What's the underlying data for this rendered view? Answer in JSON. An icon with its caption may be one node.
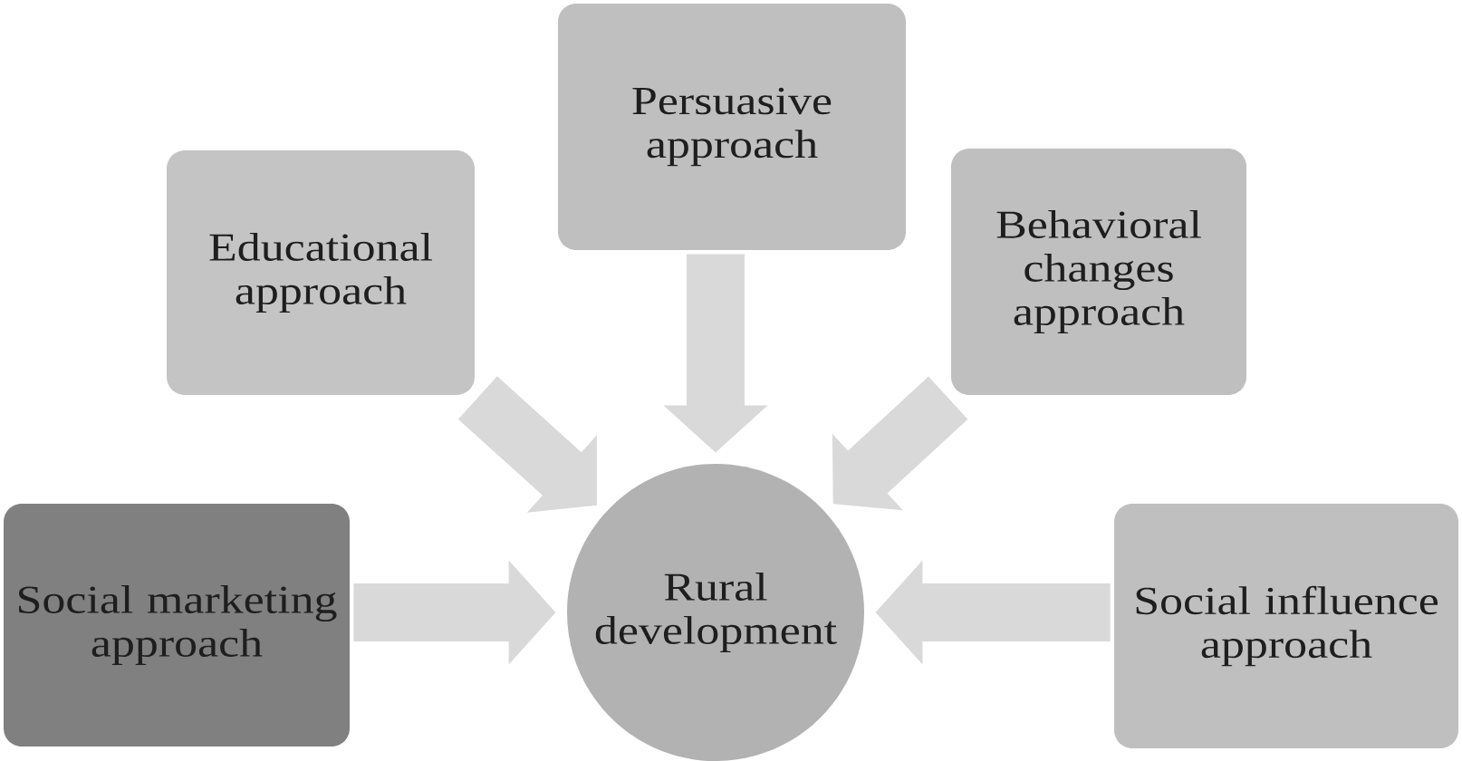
{
  "diagram": {
    "nodes": [
      {
        "text": [
          "Persuasive approach"
        ]
      },
      {
        "text": [
          "Educational approach"
        ]
      },
      {
        "text": [
          "Behavioral changes approach"
        ]
      },
      {
        "text": [
          "Social marketing approach"
        ]
      },
      {
        "text": [
          "Rural development"
        ]
      },
      {
        "text": [
          "Social influence approach"
        ]
      }
    ],
    "edges": [
      {
        "from": 0,
        "to": 4,
        "arrow": "to"
      },
      {
        "from": 1,
        "to": 4,
        "arrow": "to"
      },
      {
        "from": 2,
        "to": 4,
        "arrow": "to"
      },
      {
        "from": 3,
        "to": 4,
        "arrow": "to"
      },
      {
        "from": 5,
        "to": 4,
        "arrow": "to"
      }
    ]
  }
}
